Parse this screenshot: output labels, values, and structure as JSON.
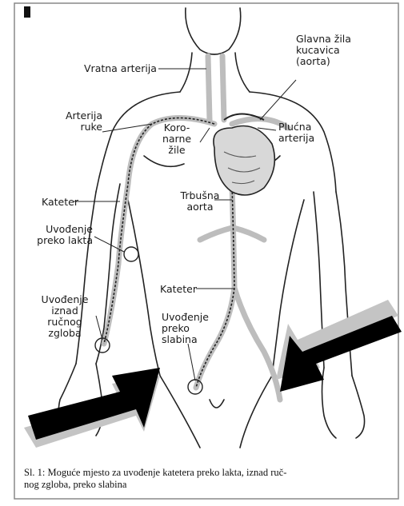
{
  "labels": {
    "neck_artery": "Vratna arterija",
    "aorta_line1": "Glavna žila",
    "aorta_line2": "kucavica",
    "aorta_line3": "(aorta)",
    "arm_artery_line1": "Arterija",
    "arm_artery_line2": "ruke",
    "coronary_line1": "Koro-",
    "coronary_line2": "narne",
    "coronary_line3": "žile",
    "pulmonary_line1": "Plućna",
    "pulmonary_line2": "arterija",
    "abdominal_line1": "Trbušna",
    "abdominal_line2": "aorta",
    "catheter_arm": "Kateter",
    "elbow_line1": "Uvođenje",
    "elbow_line2": "preko lakta",
    "catheter_body": "Kateter",
    "wrist_line1": "Uvođenje",
    "wrist_line2": "iznad",
    "wrist_line3": "ručnog",
    "wrist_line4": "zgloba",
    "groin_line1": "Uvođenje",
    "groin_line2": "preko",
    "groin_line3": "slabina"
  },
  "caption": {
    "line1": "Sl. 1: Moguće mjesto za uvođenje katetera preko lakta, iznad ruč-",
    "line2": "nog zgloba, preko slabina"
  },
  "colors": {
    "arrow_fill": "#000000",
    "arrow_shadow": "#c4c4c4",
    "line_art": "#222222",
    "artery": "#bdbdbd"
  }
}
